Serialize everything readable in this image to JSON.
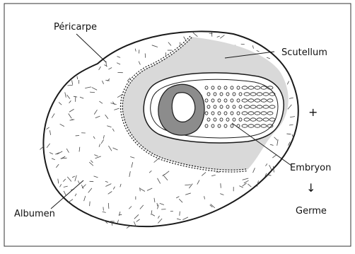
{
  "diagram": {
    "labels": {
      "pericarpe": "Péricarpe",
      "scutellum": "Scutellum",
      "embryon": "Embryon",
      "albumen": "Albumen",
      "germe": "Germe",
      "plus": "+",
      "arrow": "↓"
    },
    "colors": {
      "outline": "#1a1a1a",
      "scutellum_fill": "#d9d9d9",
      "embryo_dark": "#8c8c8c",
      "background": "#ffffff"
    }
  }
}
